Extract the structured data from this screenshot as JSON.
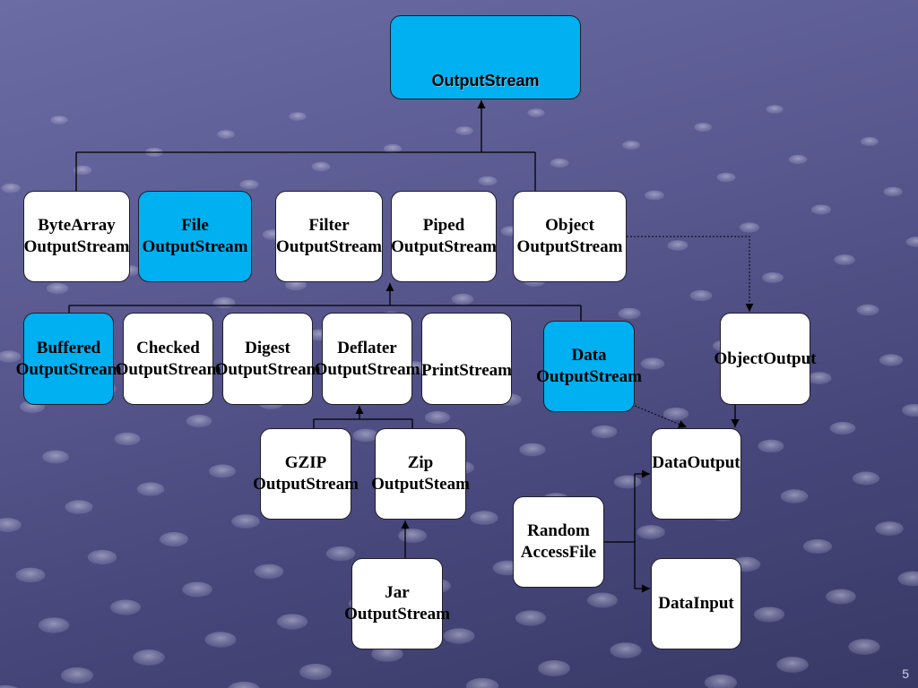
{
  "slide": {
    "page_number": "5",
    "colors": {
      "highlight_fill": "#00b0f0",
      "default_fill": "#ffffff"
    }
  },
  "diagram": {
    "nodes": {
      "output_stream": {
        "lines": [
          "OutputStream"
        ],
        "highlighted": true
      },
      "byte_array_output_stream": {
        "lines": [
          "ByteArray",
          "OutputStream"
        ],
        "highlighted": false
      },
      "file_output_stream": {
        "lines": [
          "File",
          "OutputStream"
        ],
        "highlighted": true
      },
      "filter_output_stream": {
        "lines": [
          "Filter",
          "OutputStream"
        ],
        "highlighted": false
      },
      "piped_output_stream": {
        "lines": [
          "Piped",
          "OutputStream"
        ],
        "highlighted": false
      },
      "object_output_stream": {
        "lines": [
          "Object",
          "OutputStream"
        ],
        "highlighted": false
      },
      "buffered_output_stream": {
        "lines": [
          "Buffered",
          "OutputStream"
        ],
        "highlighted": true
      },
      "checked_output_stream": {
        "lines": [
          "Checked",
          "OutputStream"
        ],
        "highlighted": false
      },
      "digest_output_stream": {
        "lines": [
          "Digest",
          "OutputStream"
        ],
        "highlighted": false
      },
      "deflater_output_stream": {
        "lines": [
          "Deflater",
          "OutputStream"
        ],
        "highlighted": false
      },
      "print_stream": {
        "lines": [
          "PrintStream"
        ],
        "highlighted": false
      },
      "data_output_stream": {
        "lines": [
          "Data",
          "OutputStream"
        ],
        "highlighted": true
      },
      "object_output": {
        "lines": [
          "ObjectOutput"
        ],
        "highlighted": false
      },
      "gzip_output_stream": {
        "lines": [
          "GZIP",
          "OutputStream"
        ],
        "highlighted": false
      },
      "zip_output_stream": {
        "lines": [
          "Zip",
          "OutputSteam"
        ],
        "highlighted": false
      },
      "jar_output_stream": {
        "lines": [
          "Jar",
          "OutputStream"
        ],
        "highlighted": false
      },
      "data_output": {
        "lines": [
          "DataOutput"
        ],
        "highlighted": false
      },
      "random_access_file": {
        "lines": [
          "Random",
          "AccessFile"
        ],
        "highlighted": false
      },
      "data_input": {
        "lines": [
          "DataInput"
        ],
        "highlighted": false
      }
    }
  }
}
